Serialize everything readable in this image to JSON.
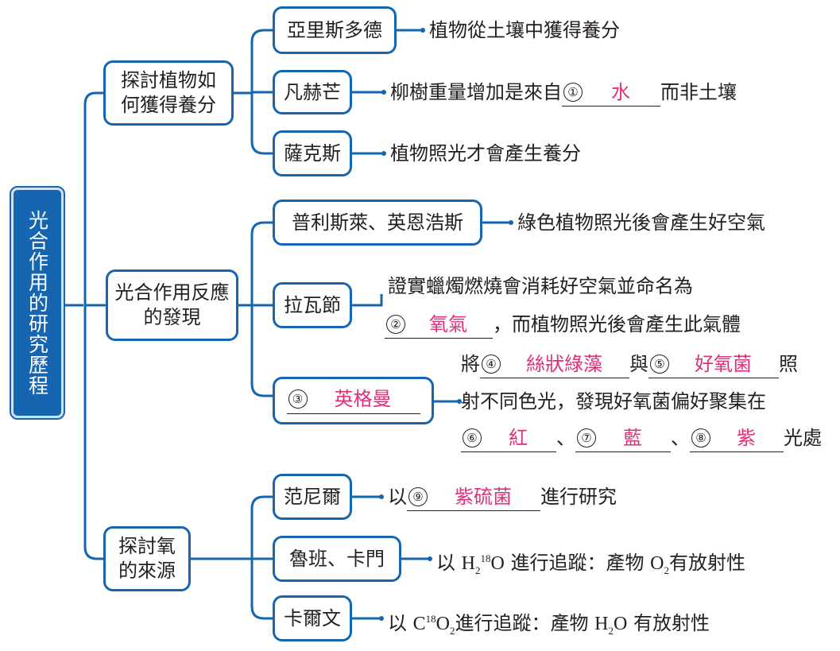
{
  "root": "光合作用的研究歷程",
  "branches": [
    {
      "label": "探討植物如何獲得養分",
      "children": [
        {
          "name": "亞里斯多德",
          "text": "植物從土壤中獲得養分"
        },
        {
          "name": "凡赫芒",
          "pre": "柳樹重量增加是來自",
          "num": "①",
          "answer": "水",
          "post": "而非土壤"
        },
        {
          "name": "薩克斯",
          "text": "植物照光才會產生養分"
        }
      ]
    },
    {
      "label": "光合作用反應的發現",
      "children": [
        {
          "name": "普利斯萊、英恩浩斯",
          "text": "綠色植物照光後會產生好空氣"
        },
        {
          "name": "拉瓦節",
          "line1": "證實蠟燭燃燒會消耗好空氣並命名為",
          "num": "②",
          "answer": "氧氣",
          "post": "，而植物照光後會產生此氣體"
        },
        {
          "num": "③",
          "answer": "英格曼",
          "pre": "將",
          "num4": "④",
          "answer4": "絲狀綠藻",
          "mid": "與",
          "num5": "⑤",
          "answer5": "好氧菌",
          "post": "照",
          "line2": "射不同色光，發現好氧菌偏好聚集在",
          "num6": "⑥",
          "answer6": "紅",
          "sep1": "、",
          "num7": "⑦",
          "answer7": "藍",
          "sep2": "、",
          "num8": "⑧",
          "answer8": "紫",
          "tail": "光處"
        }
      ]
    },
    {
      "label": "探討氧的來源",
      "children": [
        {
          "name": "范尼爾",
          "pre": "以",
          "num": "⑨",
          "answer": "紫硫菌",
          "post": "進行研究"
        },
        {
          "name": "魯班、卡門",
          "pre": "以",
          "formula": {
            "a": "H",
            "b": "2",
            "c": "18",
            "d": "O"
          },
          "post": "進行追蹤：產物",
          "product": {
            "a": "O",
            "b": "2"
          },
          "tail": "有放射性"
        },
        {
          "name": "卡爾文",
          "pre": "以",
          "formula": {
            "a": "C",
            "c": "18",
            "d": "O",
            "b": "2"
          },
          "post": "進行追蹤：產物",
          "product": {
            "a": "H",
            "b": "2",
            "c": "O"
          },
          "tail": "有放射性"
        }
      ]
    }
  ],
  "colors": {
    "line": "#1565b0",
    "answer": "#e0307a",
    "root_bg": "#1565b0"
  }
}
